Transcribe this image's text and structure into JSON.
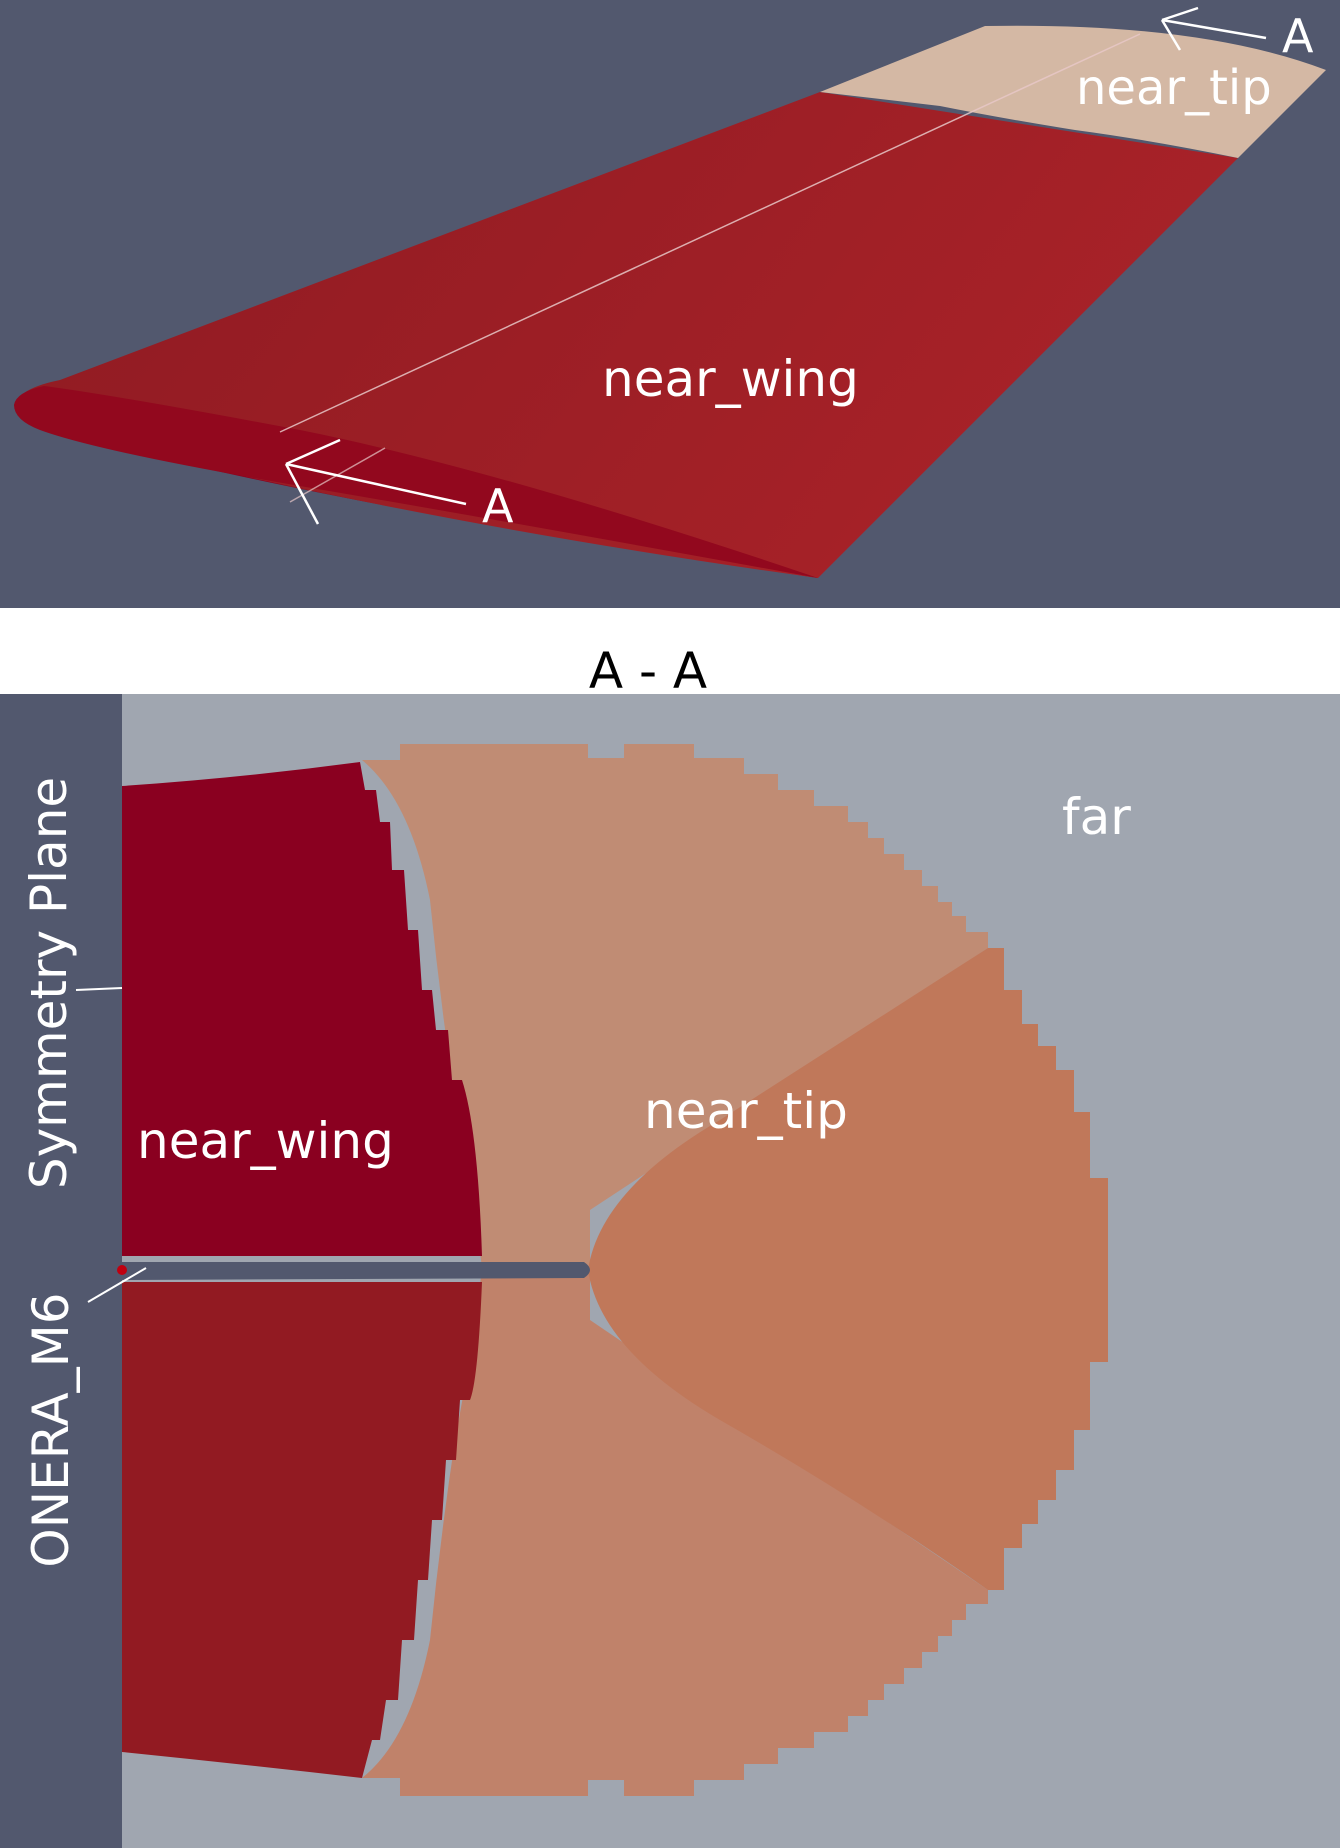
{
  "colors": {
    "viewport_background": "#52586e",
    "section_background": "#a0a6b0",
    "near_wing_dark": "#8a0020",
    "near_wing_mid": "#a01f26",
    "near_wing_lower": "#921a22",
    "near_tip_upper": "#c08c74",
    "near_tip_lower": "#c0826a",
    "near_tip_front": "#c0785a",
    "near_tip_surface": "#d4b8a4",
    "label_color": "#ffffff",
    "title_color": "#000000"
  },
  "top_view": {
    "near_wing_label": "near_wing",
    "near_tip_label": "near_tip",
    "cut_label_root": "A",
    "cut_label_tip": "A"
  },
  "section_title": "A - A",
  "section_view": {
    "symmetry_label": "Symmetry Plane",
    "body_label": "ONERA_M6",
    "near_wing_label": "near_wing",
    "near_tip_label": "near_tip",
    "far_label": "far"
  }
}
